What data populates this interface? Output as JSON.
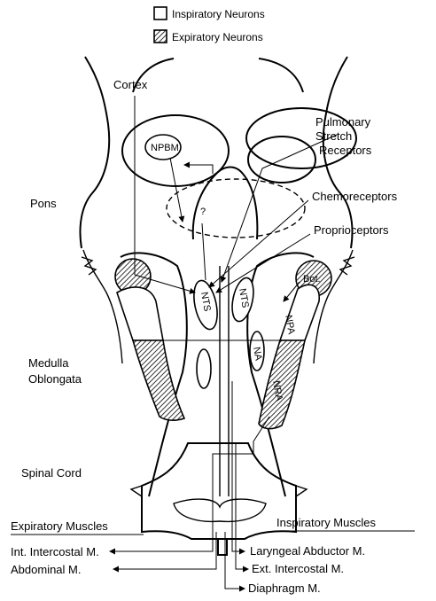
{
  "legend": {
    "inspiratory": "Inspiratory Neurons",
    "expiratory": "Expiratory Neurons"
  },
  "regions": {
    "cortex": "Cortex",
    "pons": "Pons",
    "medulla_line1": "Medulla",
    "medulla_line2": "Oblongata",
    "spinal_cord": "Spinal Cord"
  },
  "inputs": {
    "pulmonary_line1": "Pulmonary",
    "pulmonary_line2": "Stretch",
    "pulmonary_line3": "Receptors",
    "chemoreceptors": "Chemoreceptors",
    "proprioceptors": "Proprioceptors"
  },
  "nuclei": {
    "npbm": "NPBM",
    "unknown": "?",
    "bot": "Bot.",
    "nts_left": "NTS",
    "nts_right": "NTS",
    "na": "NA",
    "npa": "NPA",
    "nra": "NRA"
  },
  "expiratory_muscles": {
    "header": "Expiratory Muscles",
    "items": [
      "Int. Intercostal M.",
      "Abdominal M."
    ]
  },
  "inspiratory_muscles": {
    "header": "Inspiratory Muscles",
    "items": [
      "Laryngeal Abductor M.",
      "Ext. Intercostal M.",
      "Diaphragm M."
    ]
  }
}
